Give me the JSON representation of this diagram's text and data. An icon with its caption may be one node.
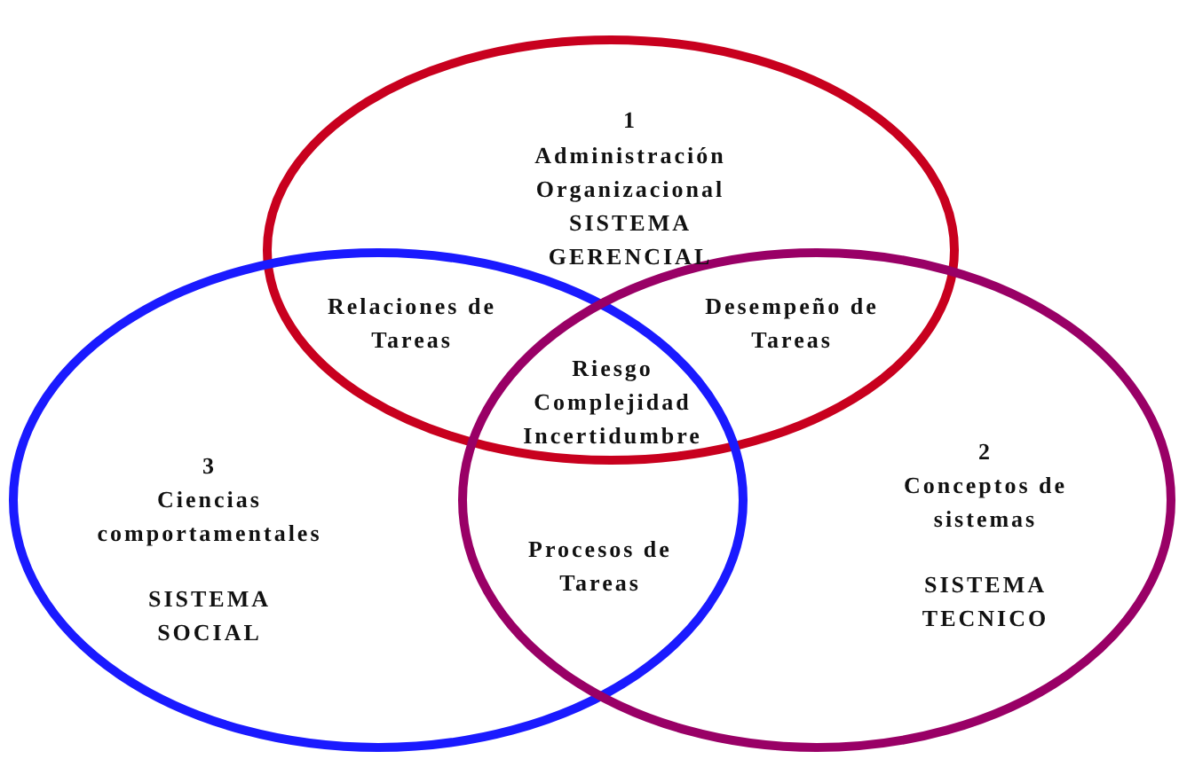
{
  "diagram": {
    "nodes": [
      {
        "text": [
          "1",
          "Administración Organizacional",
          "SISTEMA GERENCIAL"
        ]
      },
      {
        "text": [
          "3",
          "Ciencias comportamentales",
          "SISTEMA SOCIAL"
        ]
      },
      {
        "text": [
          "2",
          "Conceptos de sistemas",
          "SISTEMA TECNICO"
        ]
      }
    ],
    "labels": [
      "Relaciones de Tareas",
      "Desempeño de Tareas",
      "Riesgo Complejidad Incertidumbre",
      "Procesos de Tareas"
    ]
  }
}
